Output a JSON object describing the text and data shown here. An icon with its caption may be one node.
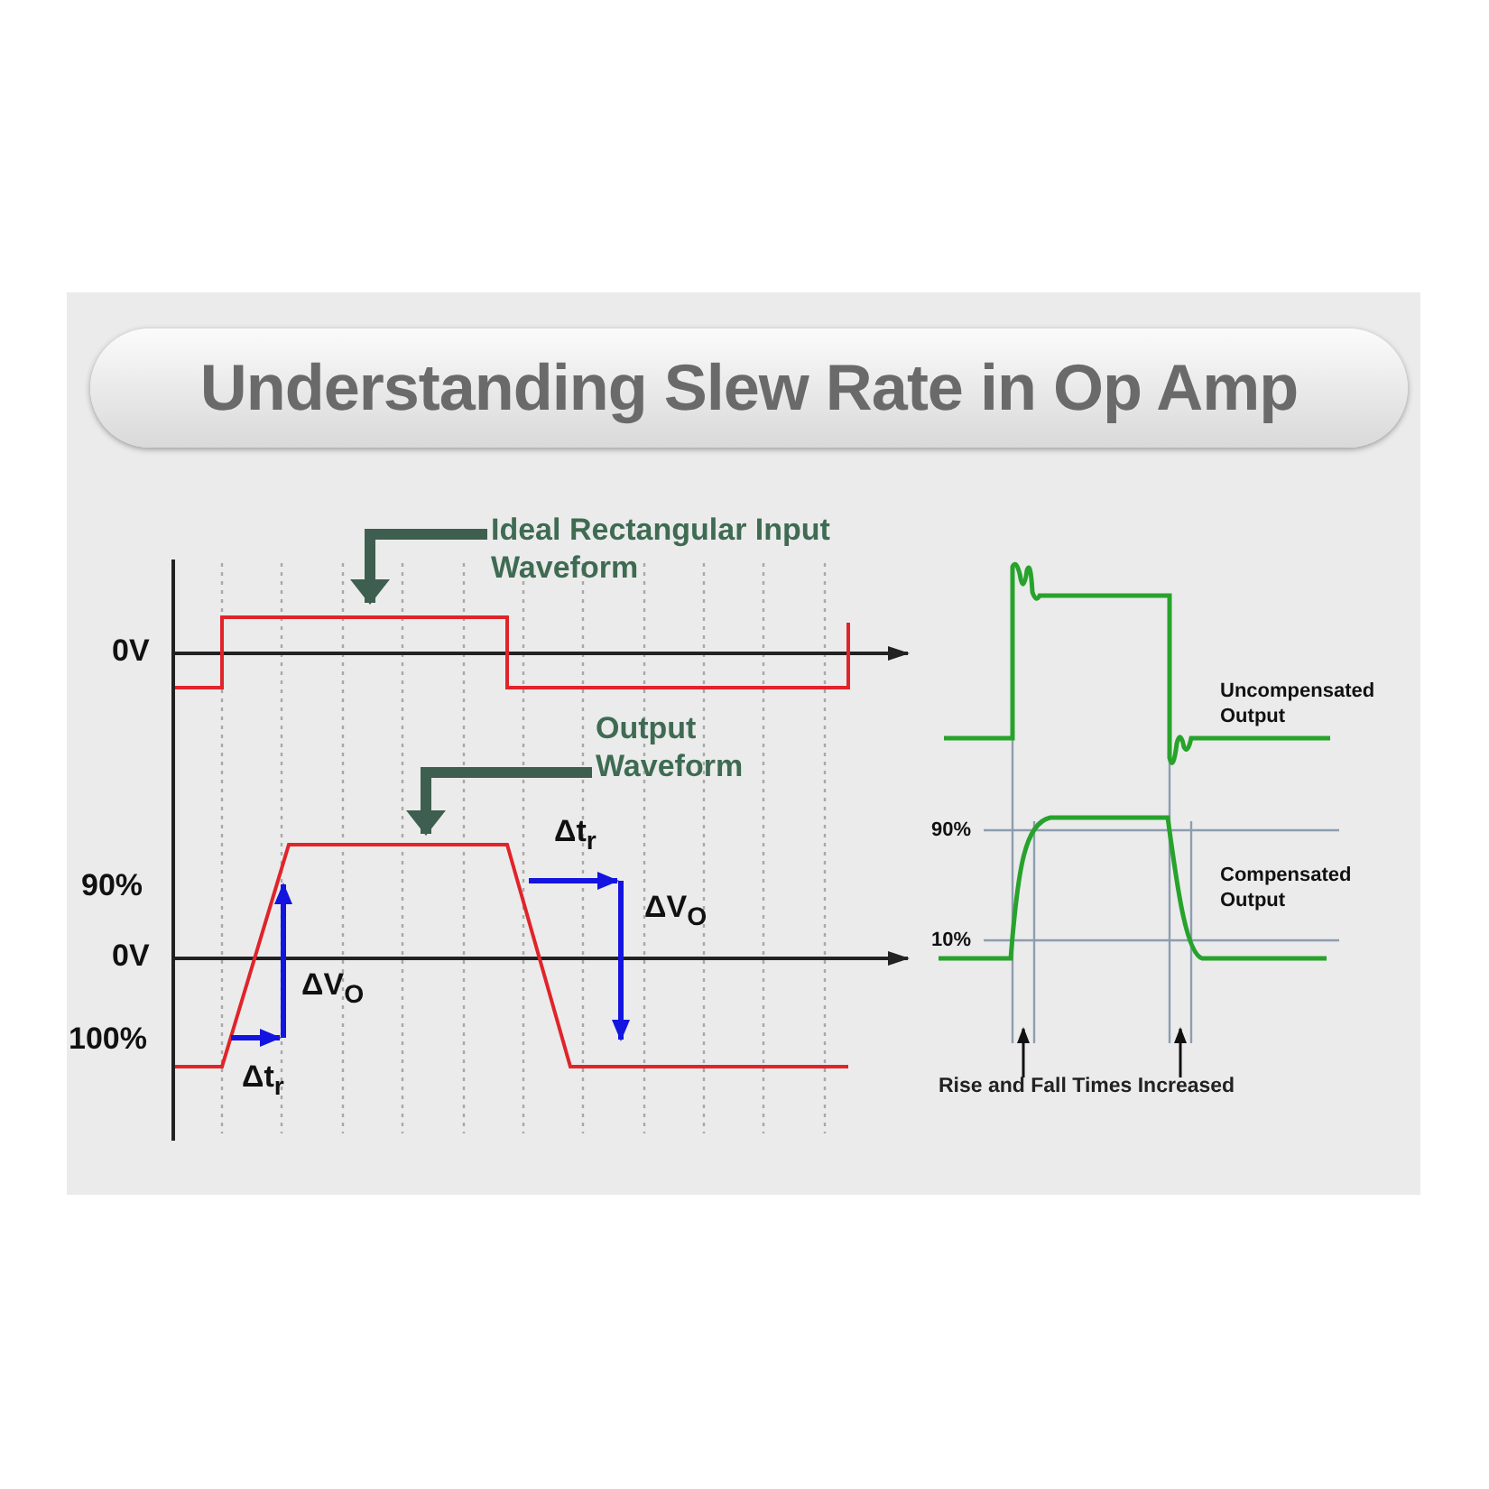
{
  "diagram": {
    "title": "Understanding Slew Rate in Op Amp",
    "nodes": [
      {
        "text": [
          "Ideal Rectangular Input Waveform"
        ]
      },
      {
        "text": [],
        "shape": "picture"
      },
      {
        "text": [
          "Output Waveform"
        ]
      },
      {
        "text": [],
        "shape": "picture"
      },
      {
        "text": [
          "Rise and Fall Times Increased"
        ]
      }
    ],
    "edges": [
      {
        "from": 0,
        "to": 1,
        "arrow": "to",
        "style": "thick"
      },
      {
        "from": 2,
        "to": 3,
        "arrow": "to",
        "style": "thick"
      },
      {
        "from": 4,
        "to": null,
        "arrow": "to"
      },
      {
        "from": 4,
        "to": null,
        "arrow": "to"
      }
    ],
    "labels": [
      "0V",
      "90%",
      "0V",
      "100%",
      "Δt$_{r}$",
      "ΔV$_{O}$",
      "Δt$_{r}$",
      "ΔV$_{O}$",
      "Uncompensated Output",
      "90%",
      "Compensated Output",
      "10%"
    ]
  }
}
